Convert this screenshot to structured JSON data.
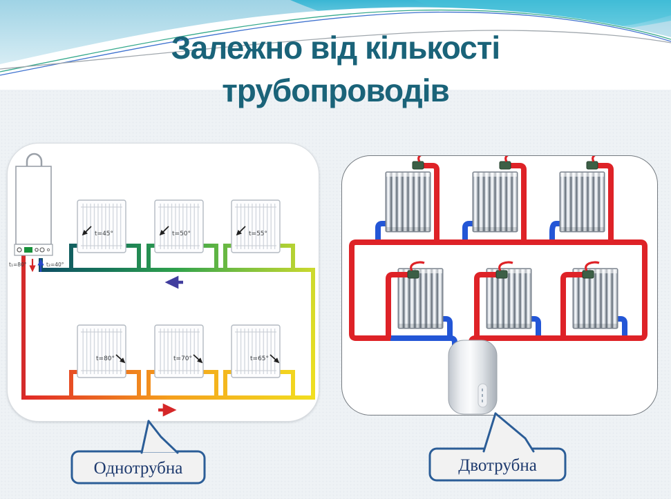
{
  "slide": {
    "title_line1": "Залежно від кількості",
    "title_line2": "трубопроводів",
    "title_color": "#1a6379"
  },
  "single_pipe_panel": {
    "callout_label": "Однотрубна",
    "boiler": {
      "supply_label": "t₁=80°",
      "return_label": "t₂=40°"
    },
    "top_radiators": [
      {
        "temp": "t=45°"
      },
      {
        "temp": "t=50°"
      },
      {
        "temp": "t=55°"
      }
    ],
    "bottom_radiators": [
      {
        "temp": "t=80°"
      },
      {
        "temp": "t=70°"
      },
      {
        "temp": "t=65°"
      }
    ],
    "flow_gradient_supply": [
      "#f2df20",
      "#f59f1c",
      "#e02727"
    ],
    "flow_gradient_return": [
      "#0e4a66",
      "#17755a",
      "#2fa14c",
      "#7fc13f",
      "#ccd92e"
    ],
    "flow_arrow_left_color": "#413d9e",
    "flow_arrow_right_color": "#d52728"
  },
  "two_pipe_panel": {
    "callout_label": "Двотрубна",
    "supply_color": "#de2227",
    "return_color": "#2356d6",
    "valve_color": "#3c5f46",
    "radiators_top_count": 3,
    "radiators_bottom_count": 3
  },
  "colors": {
    "title": "#1a6379",
    "callout_border": "#2b5d97",
    "callout_fill": "#f2f2f2",
    "callout_text": "#1e3a6e",
    "band_cyan": "#2fb3d2",
    "band_sky": "#9fd3e5"
  }
}
